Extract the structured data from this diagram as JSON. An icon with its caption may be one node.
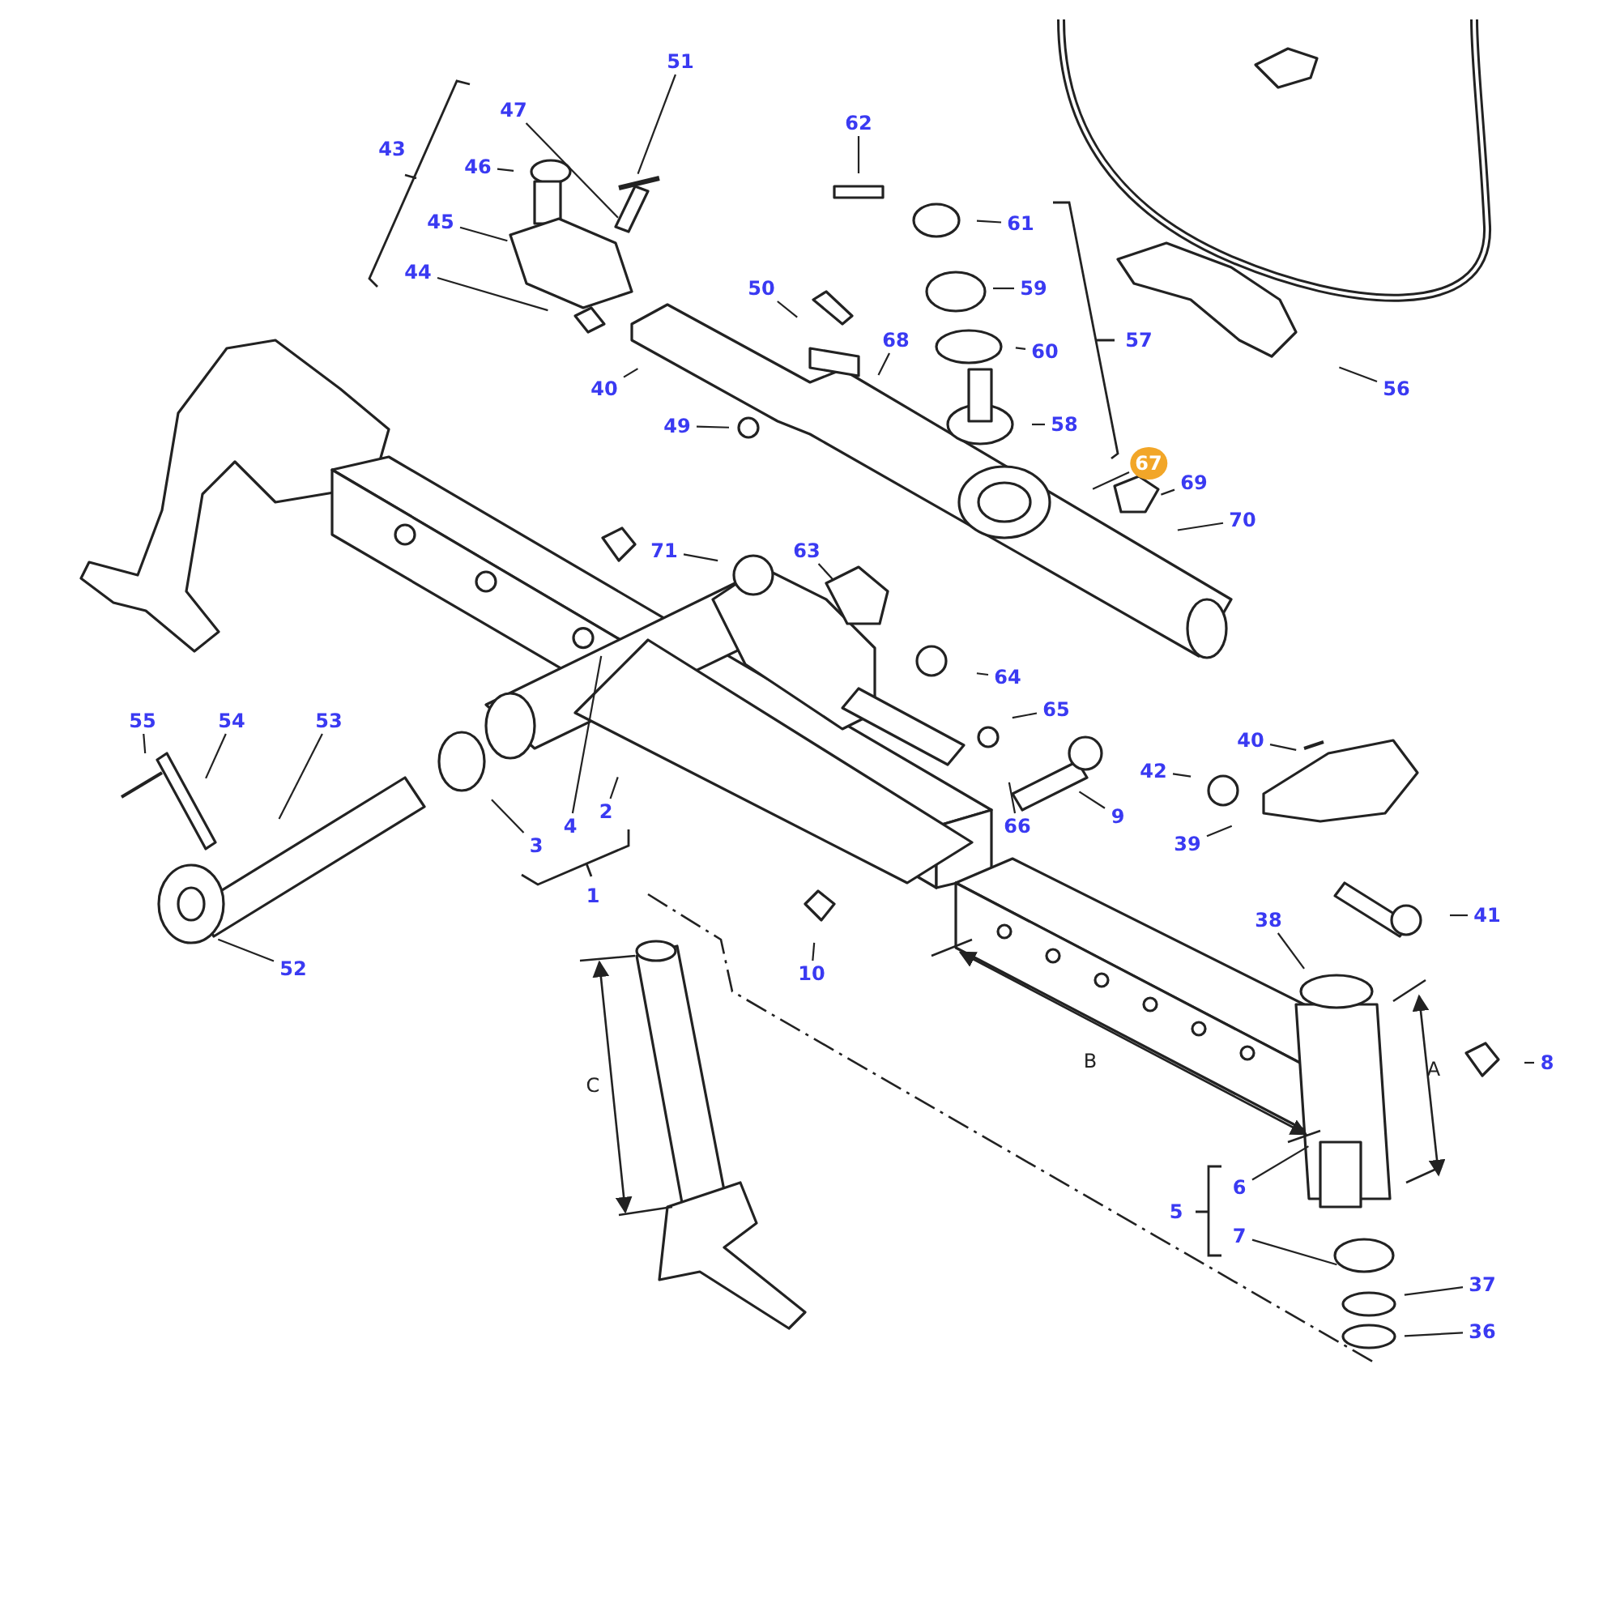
{
  "diagram": {
    "nodes": [
      {
        "text": [
          "51"
        ]
      },
      {
        "text": [
          "47"
        ]
      },
      {
        "text": [
          "62"
        ]
      },
      {
        "text": [
          "46"
        ]
      },
      {
        "text": [
          "61"
        ]
      },
      {
        "text": [
          "45"
        ]
      },
      {
        "text": [
          "44"
        ]
      },
      {
        "text": [
          "50"
        ]
      },
      {
        "text": [
          "59"
        ]
      },
      {
        "text": [
          "68"
        ]
      },
      {
        "text": [
          "60"
        ]
      },
      {
        "text": [
          "40"
        ]
      },
      {
        "text": [
          "56"
        ]
      },
      {
        "text": [
          "49"
        ]
      },
      {
        "text": [
          "58"
        ]
      },
      {
        "text": [
          "67"
        ]
      },
      {
        "text": [
          "69"
        ]
      },
      {
        "text": [
          "70"
        ]
      },
      {
        "text": [
          "71"
        ]
      },
      {
        "text": [
          "63"
        ]
      },
      {
        "text": [
          "64"
        ]
      },
      {
        "text": [
          "65"
        ]
      },
      {
        "text": [
          "55"
        ]
      },
      {
        "text": [
          "54"
        ]
      },
      {
        "text": [
          "53"
        ]
      },
      {
        "text": [
          "40"
        ]
      },
      {
        "text": [
          "42"
        ]
      },
      {
        "text": [
          "9"
        ]
      },
      {
        "text": [
          "2"
        ]
      },
      {
        "text": [
          "4"
        ]
      },
      {
        "text": [
          "66"
        ]
      },
      {
        "text": [
          "39"
        ]
      },
      {
        "text": [
          "3"
        ]
      },
      {
        "text": [
          "41"
        ]
      },
      {
        "text": [
          "38"
        ]
      },
      {
        "text": [
          "52"
        ]
      },
      {
        "text": [
          "10"
        ]
      },
      {
        "text": [
          "8"
        ]
      },
      {
        "text": [
          "6"
        ]
      },
      {
        "text": [
          "7"
        ]
      },
      {
        "text": [
          "37"
        ]
      },
      {
        "text": [
          "36"
        ]
      }
    ],
    "edges": [
      {
        "from": 0,
        "to": null,
        "arrow": "none"
      },
      {
        "from": 1,
        "to": null,
        "arrow": "none"
      },
      {
        "from": 2,
        "to": null,
        "arrow": "none"
      },
      {
        "from": 3,
        "to": null,
        "arrow": "none"
      },
      {
        "from": 4,
        "to": null,
        "arrow": "none"
      },
      {
        "from": 5,
        "to": null,
        "arrow": "none"
      },
      {
        "from": 6,
        "to": null,
        "arrow": "none"
      },
      {
        "from": 7,
        "to": null,
        "arrow": "none"
      },
      {
        "from": 8,
        "to": null,
        "arrow": "none"
      },
      {
        "from": 9,
        "to": null,
        "arrow": "none"
      },
      {
        "from": 10,
        "to": null,
        "arrow": "none"
      },
      {
        "from": 11,
        "to": null,
        "arrow": "none"
      },
      {
        "from": 12,
        "to": null,
        "arrow": "none"
      },
      {
        "from": 13,
        "to": null,
        "arrow": "none"
      },
      {
        "from": 14,
        "to": null,
        "arrow": "none"
      },
      {
        "from": 15,
        "to": null,
        "arrow": "none"
      },
      {
        "from": 16,
        "to": null,
        "arrow": "none"
      },
      {
        "from": 17,
        "to": null,
        "arrow": "none"
      },
      {
        "from": 18,
        "to": null,
        "arrow": "none"
      },
      {
        "from": 19,
        "to": null,
        "arrow": "none"
      },
      {
        "from": 20,
        "to": null,
        "arrow": "none"
      },
      {
        "from": 21,
        "to": null,
        "arrow": "none"
      },
      {
        "from": 22,
        "to": null,
        "arrow": "none"
      },
      {
        "from": 23,
        "to": null,
        "arrow": "none"
      },
      {
        "from": 24,
        "to": null,
        "arrow": "none"
      },
      {
        "from": 25,
        "to": null,
        "arrow": "none"
      },
      {
        "from": 26,
        "to": null,
        "arrow": "none"
      },
      {
        "from": 27,
        "to": null,
        "arrow": "none"
      },
      {
        "from": 28,
        "to": null,
        "arrow": "none"
      },
      {
        "from": 29,
        "to": null,
        "arrow": "none"
      },
      {
        "from": 30,
        "to": null,
        "arrow": "none"
      },
      {
        "from": 31,
        "to": null,
        "arrow": "none"
      },
      {
        "from": 32,
        "to": null,
        "arrow": "none"
      },
      {
        "from": 33,
        "to": null,
        "arrow": "none"
      },
      {
        "from": 34,
        "to": null,
        "arrow": "none"
      },
      {
        "from": 35,
        "to": null,
        "arrow": "none"
      },
      {
        "from": 36,
        "to": null,
        "arrow": "none"
      },
      {
        "from": 37,
        "to": null,
        "arrow": "none"
      },
      {
        "from": 38,
        "to": null,
        "arrow": "none"
      },
      {
        "from": 39,
        "to": null,
        "arrow": "none"
      },
      {
        "from": 40,
        "to": null,
        "arrow": "none"
      },
      {
        "from": 41,
        "to": null,
        "arrow": "none"
      }
    ],
    "labels": [
      "43",
      "57",
      "1",
      "B",
      "A",
      "C",
      "5"
    ]
  }
}
